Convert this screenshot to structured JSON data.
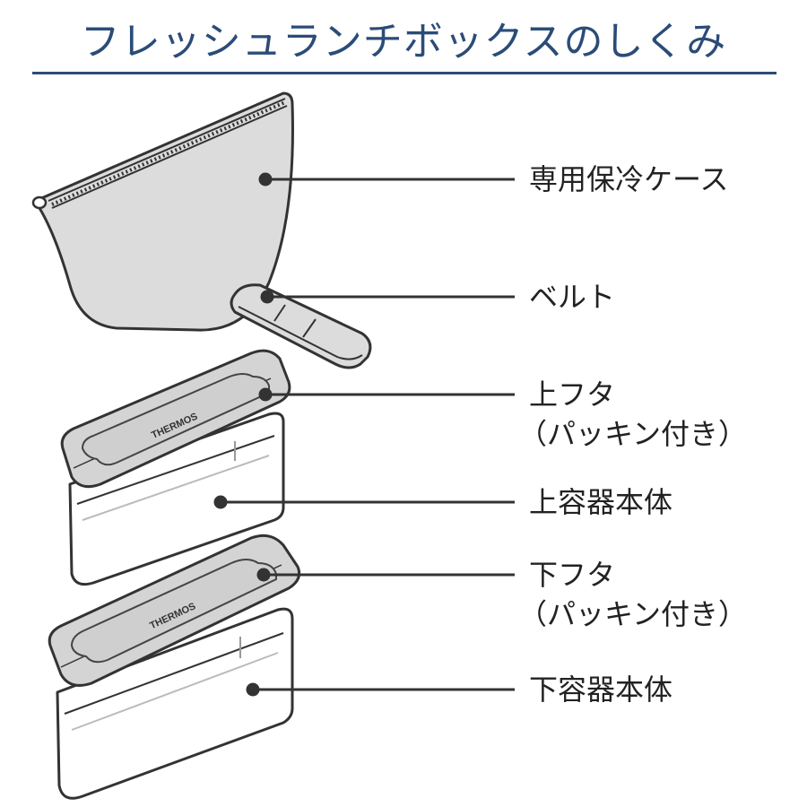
{
  "title": "フレッシュランチボックスのしくみ",
  "colors": {
    "title": "#2b4c78",
    "outline": "#333333",
    "case_fill": "#dcdcdc",
    "lid_fill": "#d4d4d4",
    "container_fill": "#ffffff",
    "leader": "#333333"
  },
  "brand_mark": "THERMOS",
  "parts": [
    {
      "id": "case",
      "label": "専用保冷ケース"
    },
    {
      "id": "belt",
      "label": "ベルト"
    },
    {
      "id": "upper-lid",
      "label": "上フタ",
      "label_sub": "（パッキン付き）"
    },
    {
      "id": "upper-container",
      "label": "上容器本体"
    },
    {
      "id": "lower-lid",
      "label": "下フタ",
      "label_sub": "（パッキン付き）"
    },
    {
      "id": "lower-container",
      "label": "下容器本体"
    }
  ]
}
